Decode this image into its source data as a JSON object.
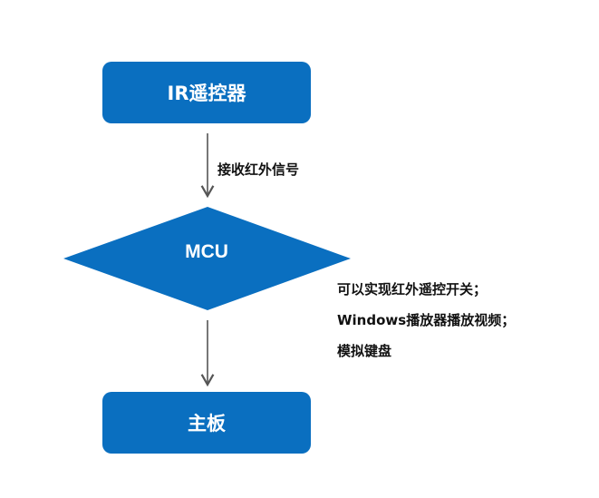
{
  "nodes": {
    "ir_remote": "IR遥控器",
    "mcu": "MCU",
    "mainboard": "主板"
  },
  "edges": {
    "ir_to_mcu_label": "接收红外信号"
  },
  "mcu_notes": [
    "可以实现红外遥控开关；",
    "Windows播放器播放视频；",
    "模拟键盘"
  ],
  "colors": {
    "node_fill": "#0a6fc0",
    "arrow": "#555555",
    "text": "#111111",
    "node_text": "#ffffff"
  }
}
